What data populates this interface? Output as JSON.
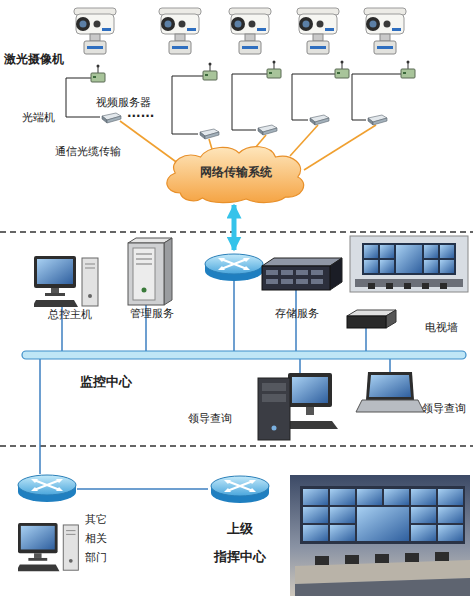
{
  "diagram": {
    "nodes": [
      {
        "text": [
          "网络传输系统"
        ]
      },
      {
        "text": [
          "监控中心"
        ]
      },
      {
        "text": [
          "总控主机"
        ],
        "in": 1
      },
      {
        "text": [
          "管理服务"
        ],
        "in": 1
      },
      {
        "text": [
          "存储服务"
        ],
        "in": 1
      },
      {
        "text": [
          "电视墙"
        ],
        "in": 1
      },
      {
        "text": [
          "领导查询"
        ],
        "in": 1
      },
      {
        "text": [
          "领导查询"
        ],
        "in": 1
      },
      {
        "text": [
          "其它 相关 部门"
        ]
      },
      {
        "text": [
          "上级 指挥中心"
        ]
      }
    ],
    "edges": [
      {
        "from": 0,
        "to": 1,
        "arrow": "both"
      },
      {
        "from": 1,
        "to": 8,
        "arrow": "none"
      },
      {
        "from": 8,
        "to": 9,
        "arrow": "none"
      }
    ],
    "labels": [
      "激光摄像机",
      "视频服务器",
      "光端机",
      "......",
      "通信光缆传输"
    ]
  }
}
